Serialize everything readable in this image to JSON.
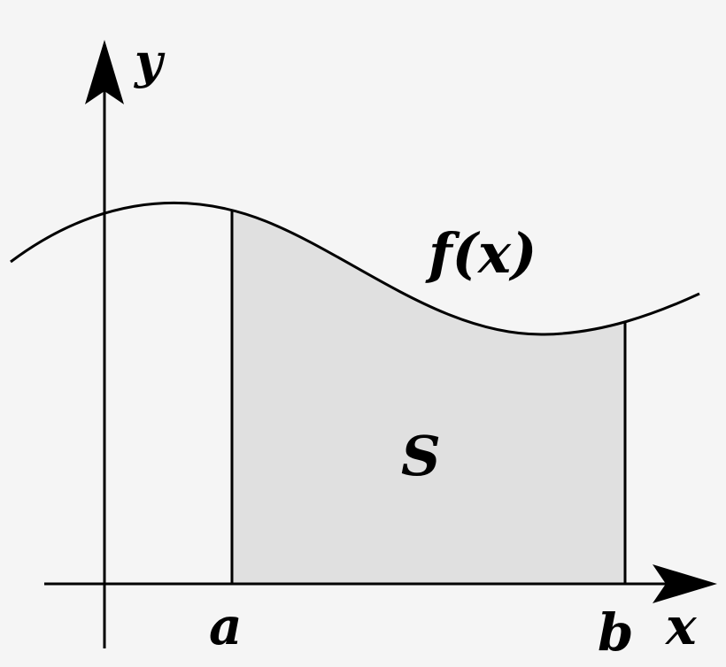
{
  "diagram": {
    "labels": {
      "y_axis": "y",
      "x_axis": "x",
      "function": "f(x)",
      "area": "S",
      "lower_bound": "a",
      "upper_bound": "b"
    },
    "colors": {
      "background": "#f5f5f5",
      "area_fill": "#e0e0e0",
      "stroke": "#000000"
    }
  }
}
